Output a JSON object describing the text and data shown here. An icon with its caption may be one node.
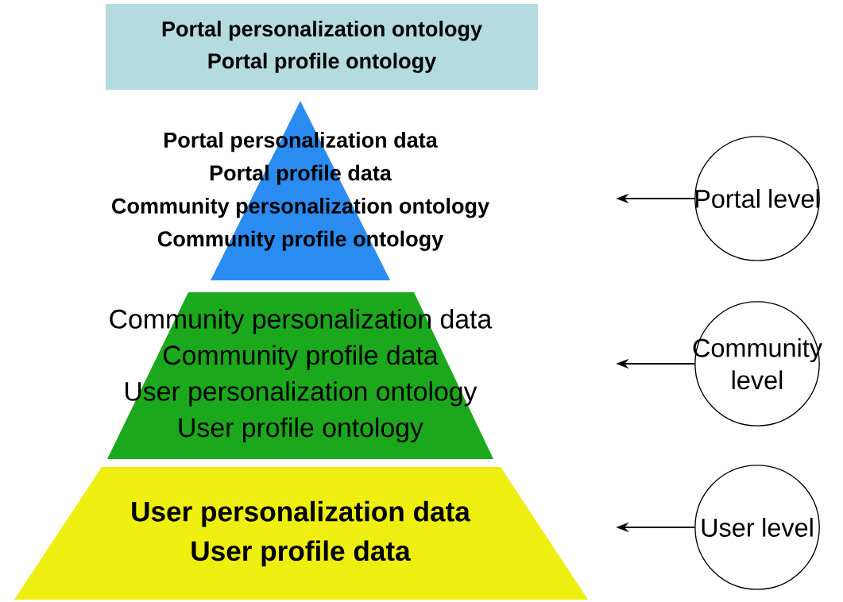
{
  "diagram": {
    "nodes": [
      {
        "text": [
          "Portal personalization ontology",
          "Portal profile ontology"
        ]
      },
      {
        "text": [
          "Portal personalization data",
          "Portal profile data",
          "Community personalization ontology",
          "Community profile ontology"
        ]
      },
      {
        "text": [
          "Community personalization data",
          "Community profile data",
          "User personalization ontology",
          "User profile ontology"
        ]
      },
      {
        "text": [
          "User personalization data",
          "User profile data"
        ]
      },
      {
        "text": [
          "Portal level"
        ]
      },
      {
        "text": [
          "Community level"
        ]
      },
      {
        "text": [
          "User level"
        ]
      }
    ],
    "edges": [
      {
        "from": 4,
        "to": null,
        "arrow": "to"
      },
      {
        "from": 5,
        "to": null,
        "arrow": "to"
      },
      {
        "from": 6,
        "to": null,
        "arrow": "to"
      }
    ]
  }
}
